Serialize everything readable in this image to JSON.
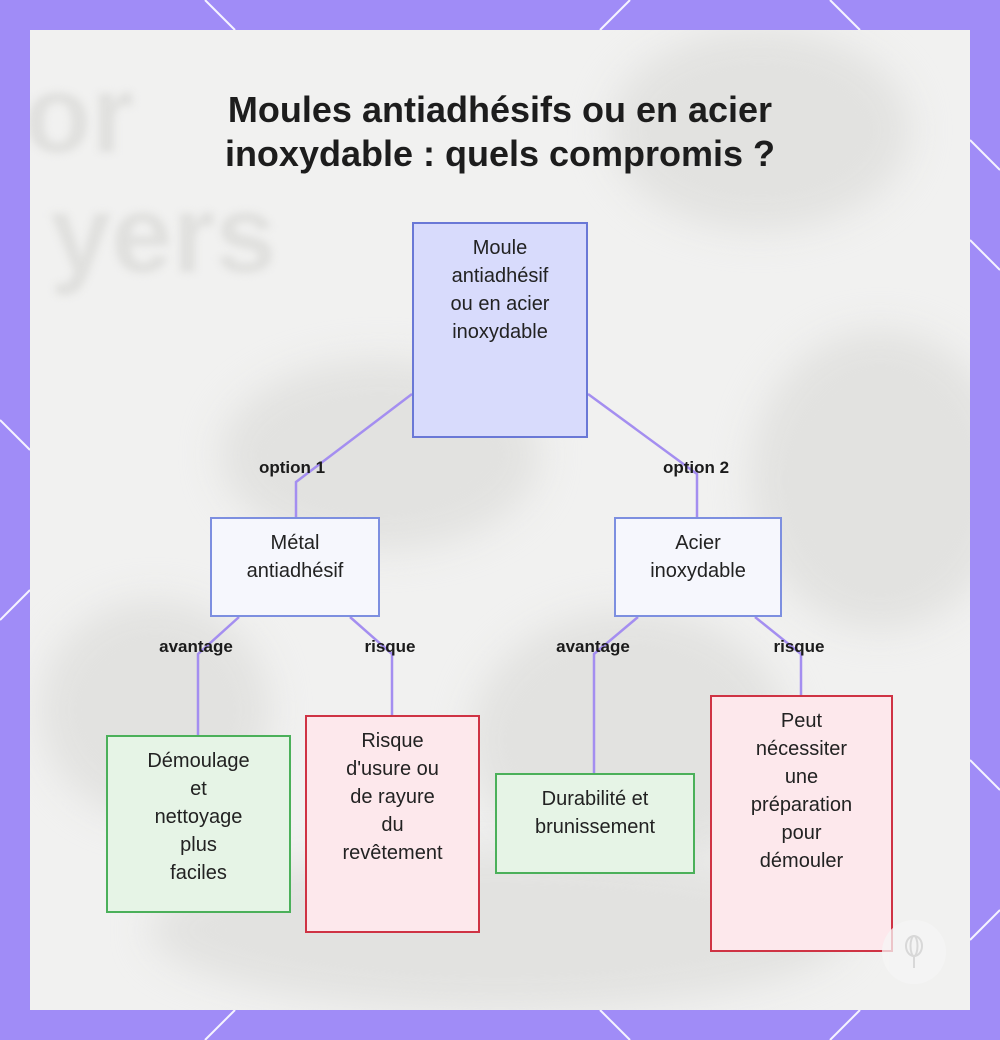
{
  "title_lines": [
    "Moules antiadhésifs ou en acier",
    "inoxydable : quels compromis ?"
  ],
  "nodes": {
    "root": [
      "Moule",
      "antiadhésif",
      "ou en acier",
      "inoxydable"
    ],
    "nonstick": [
      "Métal",
      "antiadhésif"
    ],
    "steel": [
      "Acier",
      "inoxydable"
    ],
    "nonstick_adv": [
      "Démoulage",
      "et",
      "nettoyage",
      "plus",
      "faciles"
    ],
    "nonstick_risk": [
      "Risque",
      "d'usure ou",
      "de rayure",
      "du",
      "revêtement"
    ],
    "steel_adv": [
      "Durabilité et",
      "brunissement"
    ],
    "steel_risk": [
      "Peut",
      "nécessiter",
      "une",
      "préparation",
      "pour",
      "démouler"
    ]
  },
  "edge_labels": {
    "option1": "option 1",
    "option2": "option 2",
    "adv1": "avantage",
    "risk1": "risque",
    "adv2": "avantage",
    "risk2": "risque"
  },
  "colors": {
    "frame": "#a08cf7",
    "connector": "#a48ef0",
    "root_fill": "#d8dbfc",
    "advantage_border": "#4bb05a",
    "risk_border": "#cf3344"
  },
  "watermark_icon": "whisk-icon"
}
